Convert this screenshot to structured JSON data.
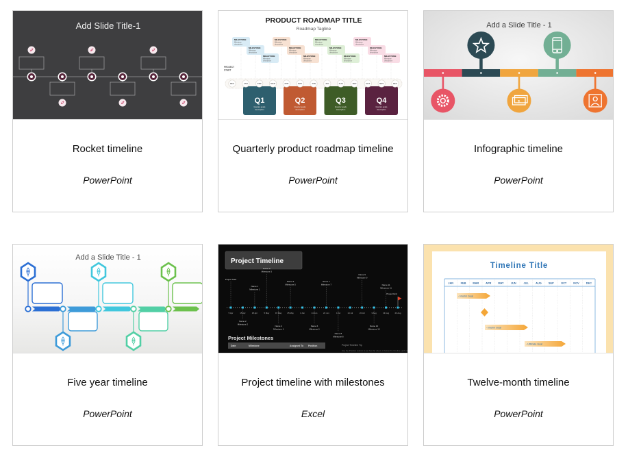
{
  "cards": [
    {
      "title": "Rocket timeline",
      "app": "PowerPoint",
      "thumb": {
        "slide_title": "Add Slide Title-1",
        "node_color": "#57243A",
        "rocket_color": "#D06080"
      }
    },
    {
      "title": "Quarterly product roadmap timeline",
      "app": "PowerPoint",
      "thumb": {
        "title": "PRODUCT ROADMAP TITLE",
        "tagline": "Roadmap Tagline",
        "project_start_1": "PROJECT",
        "project_start_2": "START",
        "ms_label": "MILESTONE",
        "ms_d1": "Milestone",
        "ms_d2": "description",
        "q_d1": "Quarter goals",
        "q_d2": "description",
        "months": [
          "DEC",
          "JAN",
          "FEB",
          "MAR",
          "APR",
          "MAY",
          "JUN",
          "JUL",
          "AUG",
          "SEP",
          "OCT",
          "NOV",
          "DEC"
        ],
        "group_colors": [
          "#D8EBF5",
          "#F7E1D2",
          "#DEEFD7",
          "#F9DCE5"
        ],
        "quarters": [
          {
            "label": "Q1",
            "color": "#2E5F6E"
          },
          {
            "label": "Q2",
            "color": "#C05A32"
          },
          {
            "label": "Q3",
            "color": "#3E5C27"
          },
          {
            "label": "Q4",
            "color": "#5A2240"
          }
        ]
      }
    },
    {
      "title": "Infographic timeline",
      "app": "PowerPoint",
      "thumb": {
        "slide_title": "Add a Slide Title - 1",
        "segment_colors": [
          "#E85566",
          "#2C4A54",
          "#F0A53E",
          "#72AF94",
          "#EE7430"
        ],
        "icons": [
          "gear-icon",
          "star-icon",
          "money-icon",
          "phone-icon",
          "person-icon"
        ]
      }
    },
    {
      "title": "Five year timeline",
      "app": "PowerPoint",
      "thumb": {
        "slide_title": "Add a Slide Title - 1",
        "colors": [
          "#2B6FD4",
          "#3E9BD9",
          "#41C7DD",
          "#52CFA5",
          "#6CC14D"
        ]
      }
    },
    {
      "title": "Project timeline with milestones",
      "app": "Excel",
      "thumb": {
        "header": "Project Timeline",
        "marker_color": "#35C2E8",
        "flag_color": "#E8452C",
        "dates": [
          "5 Apr",
          "15 Apr",
          "25 Apr",
          "5 May",
          "15 May",
          "25 May",
          "4 Jun",
          "14 Jun",
          "24 Jun",
          "4 Jul",
          "14 Jul",
          "24 Jul",
          "3 Aug",
          "13 Aug",
          "23 Aug"
        ],
        "top": [
          [
            "Project Start",
            ""
          ],
          [
            "Name 1",
            "Milestone 1"
          ],
          [
            "Name 3",
            "Milestone 3"
          ],
          [
            "Name 5",
            "Milestone 5"
          ],
          [
            "Name 7",
            "Milestone 7"
          ],
          [
            "Name 9",
            "Milestone 9"
          ],
          [
            "Name 11",
            "Milestone 11"
          ],
          [
            "Project End",
            ""
          ]
        ],
        "bottom": [
          [
            "Name 2",
            "Milestone 2"
          ],
          [
            "Name 4",
            "Milestone 4"
          ],
          [
            "Name 6",
            "Milestone 6"
          ],
          [
            "Name 8",
            "Milestone 8"
          ],
          [
            "Name 10",
            "Milestone 10"
          ]
        ],
        "milestones_heading": "Project Milestones",
        "table_headers": [
          "Date",
          "Milestone",
          "Assigned To",
          "Position"
        ],
        "tip_title": "Project Timeline Tip",
        "tip_text": "Use the Position column to set how far above or below the timeline each milestone appears"
      }
    },
    {
      "title": "Twelve-month timeline",
      "app": "PowerPoint",
      "thumb": {
        "title": "Timeline Title",
        "accent": "#2E75B6",
        "bar_color": "#F4A637",
        "months": [
          "JAN",
          "FEB",
          "MAR",
          "APR",
          "MAY",
          "JUN",
          "JUL",
          "AUG",
          "SEP",
          "OCT",
          "NOV",
          "DEC"
        ],
        "goals": [
          "- Interim Goal",
          "- Interim Goal",
          "- Ultimate Goal"
        ]
      }
    }
  ]
}
